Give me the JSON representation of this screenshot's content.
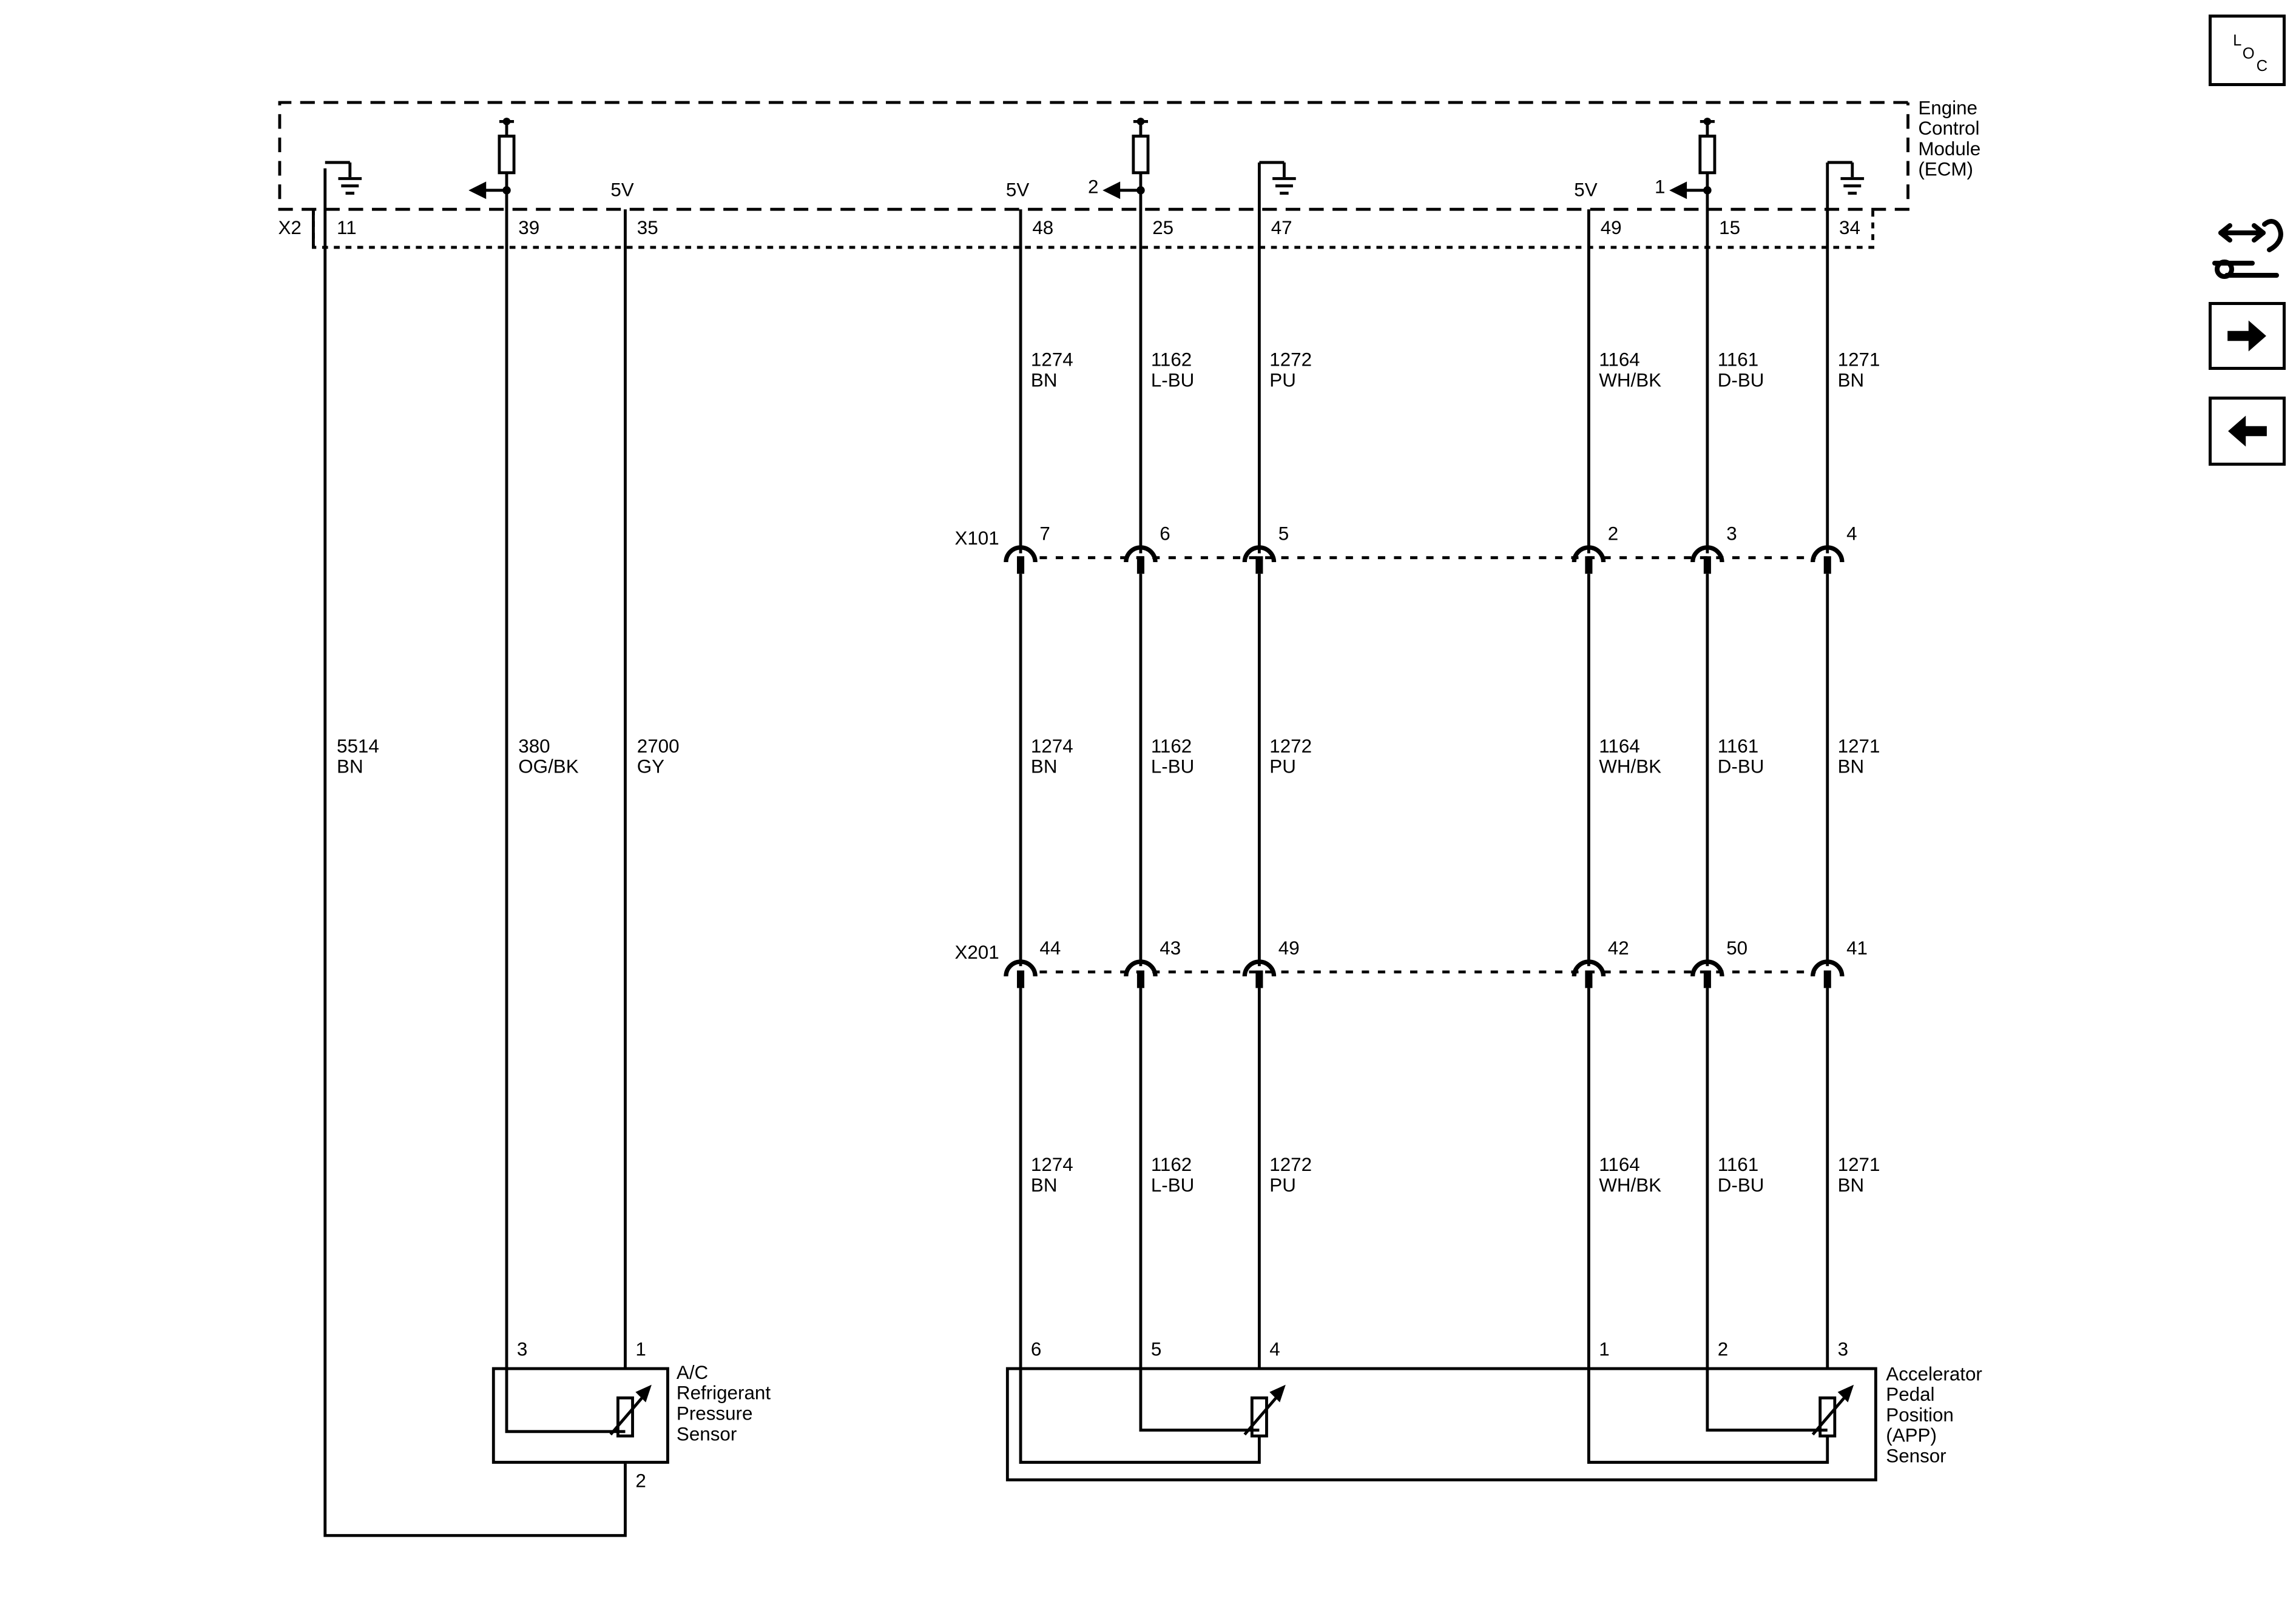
{
  "ecm": {
    "name_lines": [
      "Engine",
      "Control",
      "Module",
      "(ECM)"
    ],
    "connector": "X2",
    "pins": [
      {
        "pin": "11",
        "feature": "ground"
      },
      {
        "pin": "39",
        "feature": "reference",
        "ref": ""
      },
      {
        "pin": "35",
        "feature": "5v",
        "supply": "5V"
      },
      {
        "pin": "48",
        "feature": "5v",
        "supply": "5V"
      },
      {
        "pin": "25",
        "feature": "reference",
        "ref": "2"
      },
      {
        "pin": "47",
        "feature": "ground"
      },
      {
        "pin": "49",
        "feature": "5v",
        "supply": "5V"
      },
      {
        "pin": "15",
        "feature": "reference",
        "ref": "1"
      },
      {
        "pin": "34",
        "feature": "ground"
      }
    ]
  },
  "wires_ecm_to_x101": [
    {
      "circuit": "1274",
      "color": "BN"
    },
    {
      "circuit": "1162",
      "color": "L-BU"
    },
    {
      "circuit": "1272",
      "color": "PU"
    },
    {
      "circuit": "1164",
      "color": "WH/BK"
    },
    {
      "circuit": "1161",
      "color": "D-BU"
    },
    {
      "circuit": "1271",
      "color": "BN"
    }
  ],
  "ac_sensor_wires": [
    {
      "circuit": "5514",
      "color": "BN"
    },
    {
      "circuit": "380",
      "color": "OG/BK"
    },
    {
      "circuit": "2700",
      "color": "GY"
    }
  ],
  "x101": {
    "name": "X101",
    "pins": [
      "7",
      "6",
      "5",
      "2",
      "3",
      "4"
    ]
  },
  "wires_x101_to_x201": [
    {
      "circuit": "1274",
      "color": "BN"
    },
    {
      "circuit": "1162",
      "color": "L-BU"
    },
    {
      "circuit": "1272",
      "color": "PU"
    },
    {
      "circuit": "1164",
      "color": "WH/BK"
    },
    {
      "circuit": "1161",
      "color": "D-BU"
    },
    {
      "circuit": "1271",
      "color": "BN"
    }
  ],
  "x201": {
    "name": "X201",
    "pins": [
      "44",
      "43",
      "49",
      "42",
      "50",
      "41"
    ]
  },
  "wires_x201_to_app": [
    {
      "circuit": "1274",
      "color": "BN"
    },
    {
      "circuit": "1162",
      "color": "L-BU"
    },
    {
      "circuit": "1272",
      "color": "PU"
    },
    {
      "circuit": "1164",
      "color": "WH/BK"
    },
    {
      "circuit": "1161",
      "color": "D-BU"
    },
    {
      "circuit": "1271",
      "color": "BN"
    }
  ],
  "ac_sensor": {
    "name_lines": [
      "A/C",
      "Refrigerant",
      "Pressure",
      "Sensor"
    ],
    "pins": {
      "signal": "3",
      "supply": "1",
      "ground": "2"
    }
  },
  "app_sensor": {
    "name_lines": [
      "Accelerator",
      "Pedal",
      "Position",
      "(APP)",
      "Sensor"
    ],
    "pins": [
      "6",
      "5",
      "4",
      "1",
      "2",
      "3"
    ]
  },
  "side_nav": {
    "loc": {
      "letters": [
        "L",
        "O",
        "C"
      ]
    },
    "icons": [
      "connector-view-icon",
      "next-arrow-icon",
      "previous-arrow-icon"
    ]
  }
}
